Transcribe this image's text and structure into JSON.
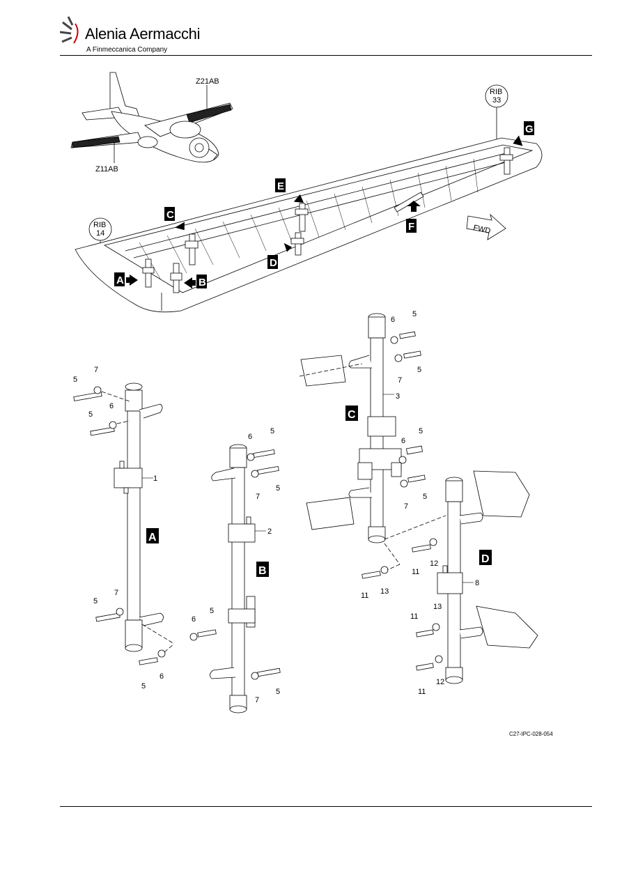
{
  "header": {
    "brand": "Alenia Aermacchi",
    "subtitle": "A Finmeccanica Company"
  },
  "figure": {
    "zones": [
      "Z21AB",
      "Z11AB"
    ],
    "ribs": [
      {
        "top": "RIB",
        "bottom": "33"
      },
      {
        "top": "RIB",
        "bottom": "14"
      }
    ],
    "fwd": "FWD",
    "views": [
      "A",
      "B",
      "C",
      "D",
      "E",
      "F",
      "G"
    ],
    "items": [
      "1",
      "2",
      "3",
      "5",
      "6",
      "7",
      "8",
      "11",
      "12",
      "13"
    ],
    "reference": "C27-IPC-028-054"
  },
  "colors": {
    "line": "#000000",
    "shade": "#e8e8e8",
    "badge": "#000000"
  }
}
